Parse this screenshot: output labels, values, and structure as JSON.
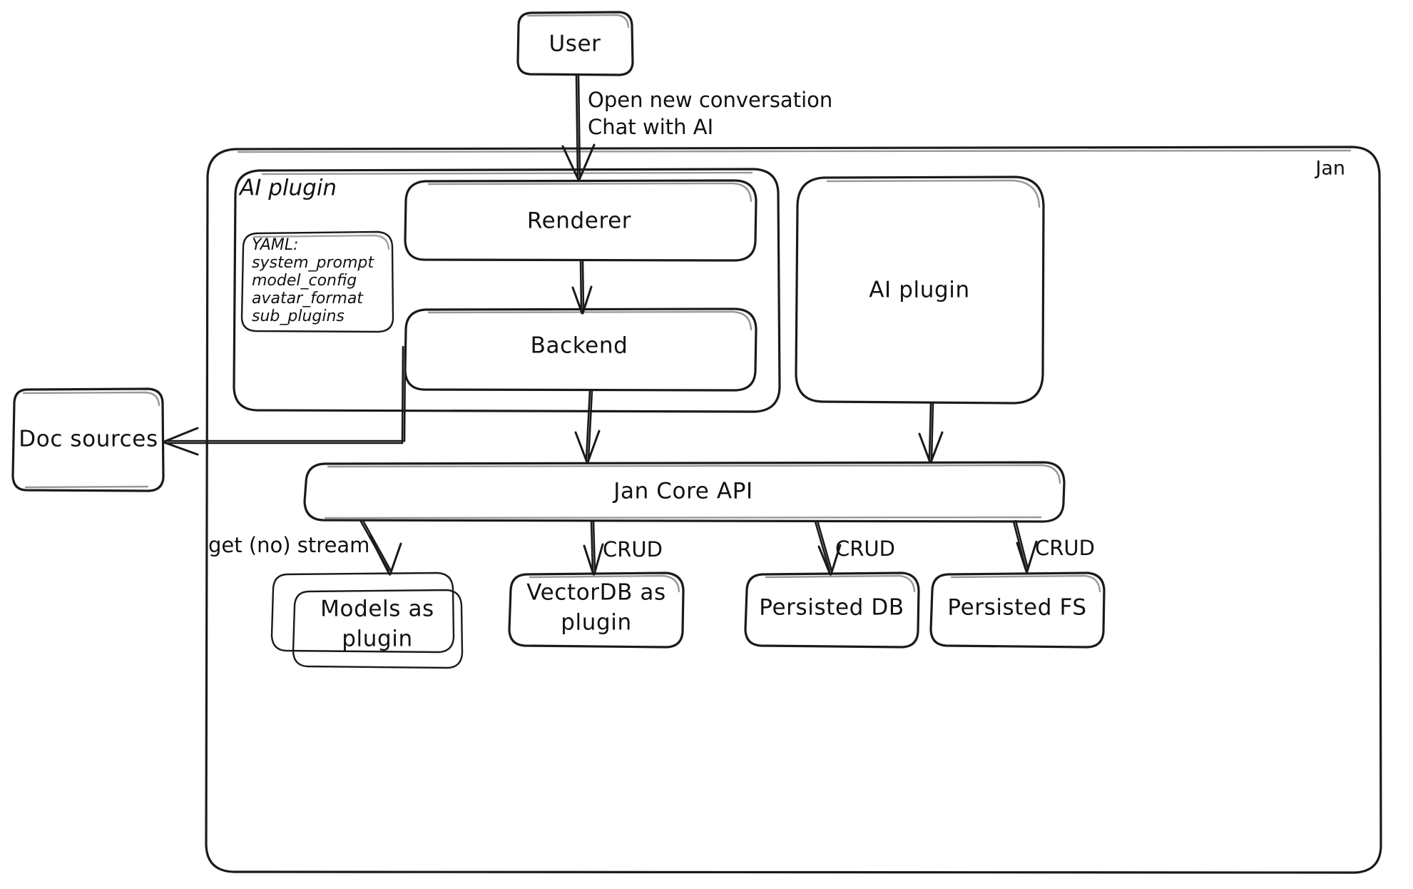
{
  "diagram": {
    "title": "Jan architecture",
    "style": "hand-drawn whiteboard sketch",
    "stroke_color": "#1a1a1a",
    "background_color": "#ffffff"
  },
  "containers": {
    "jan": {
      "label": "Jan"
    },
    "ai_plugin_group": {
      "label": "AI plugin"
    }
  },
  "nodes": {
    "user": {
      "label": "User"
    },
    "renderer": {
      "label": "Renderer"
    },
    "backend": {
      "label": "Backend"
    },
    "ai_plugin_right": {
      "label": "AI plugin"
    },
    "jan_core_api": {
      "label": "Jan Core API"
    },
    "doc_sources": {
      "label": "Doc sources"
    },
    "models_plugin": {
      "label_line1": "Models as",
      "label_line2": "plugin"
    },
    "vectordb_plugin": {
      "label_line1": "VectorDB as",
      "label_line2": "plugin"
    },
    "persisted_db": {
      "label": "Persisted DB"
    },
    "persisted_fs": {
      "label": "Persisted FS"
    }
  },
  "yaml_card": {
    "header": "YAML:",
    "keys": [
      "system_prompt",
      "model_config",
      "avatar_format",
      "sub_plugins"
    ]
  },
  "edge_labels": {
    "user_to_renderer_line1": "Open new conversation",
    "user_to_renderer_line2": "Chat with AI",
    "api_to_models": "get (no) stream",
    "api_to_vectordb": "CRUD",
    "api_to_persisted_db": "CRUD",
    "api_to_persisted_fs": "CRUD"
  }
}
